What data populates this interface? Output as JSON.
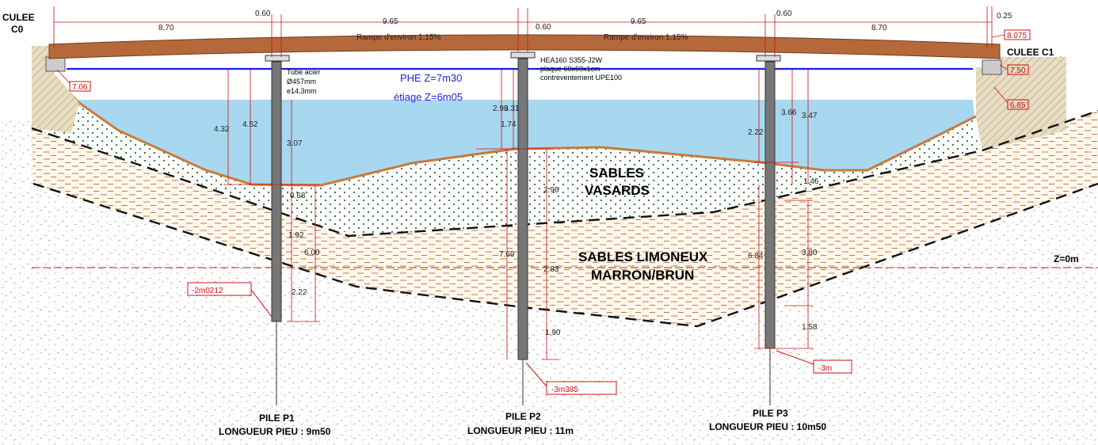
{
  "culee_c0": {
    "line1": "CULEE",
    "line2": "C0"
  },
  "culee_c1": "CULEE C1",
  "top_dims": {
    "d1": "8.70",
    "d2": "0.60",
    "d3": "9.65",
    "d4": "0.60",
    "d5": "9.65",
    "d6": "0.60",
    "d7": "8.70",
    "d8": "0.25"
  },
  "ramp_left": "Rampe d'environ 1,15%",
  "ramp_right": "Rampe d'environ 1,15%",
  "level_boxes": {
    "top_right": "8.075",
    "left": "7.06",
    "right_upper": "7.50",
    "right_lower": "6.85"
  },
  "beam_note": {
    "line1": "HEA160 S355-J2W",
    "line2": "plaque 60x60x1cm",
    "line3": "contreventement UPE100"
  },
  "tube_note": {
    "line1": "Tube acier",
    "line2": "Ø457mm",
    "line3": "e14,3mm"
  },
  "phe": "PHE Z=7m30",
  "etiage": "étiage Z=6m05",
  "soil": {
    "layer1_line1": "SABLES",
    "layer1_line2": "VASARDS",
    "layer2_line1": "SABLES LIMONEUX",
    "layer2_line2": "MARRON/BRUN"
  },
  "zero_level": "Z=0m",
  "p1_dims": {
    "a": "4.32",
    "b": "4.52",
    "c": "3.07",
    "d": "0.68",
    "e": "1.92",
    "f": "6.00",
    "g": "2.22"
  },
  "p2_dims": {
    "a": "2.99",
    "b": "3.31",
    "c": "1.74",
    "d": "2.96",
    "e": "7.69",
    "f": "2.83",
    "g": "1.90"
  },
  "p3_dims": {
    "a": "2.22",
    "b": "3.66",
    "c": "3.47",
    "d": "1.46",
    "e": "6.84",
    "f": "3.80",
    "g": "1.58"
  },
  "tip_levels": {
    "p1": "-2m0212",
    "p2": "-3m385",
    "p3": "-3m"
  },
  "piles": [
    {
      "name": "PILE P1",
      "length": "LONGUEUR PIEU : 9m50"
    },
    {
      "name": "PILE P2",
      "length": "LONGUEUR PIEU : 11m"
    },
    {
      "name": "PILE P3",
      "length": "LONGUEUR PIEU : 10m50"
    }
  ],
  "colors": {
    "deck": "#b5693a",
    "water": "#a8d8f0",
    "phe_line": "#1a1aee",
    "dim_red": "#d01010",
    "riverbed": "#c87a3a"
  }
}
